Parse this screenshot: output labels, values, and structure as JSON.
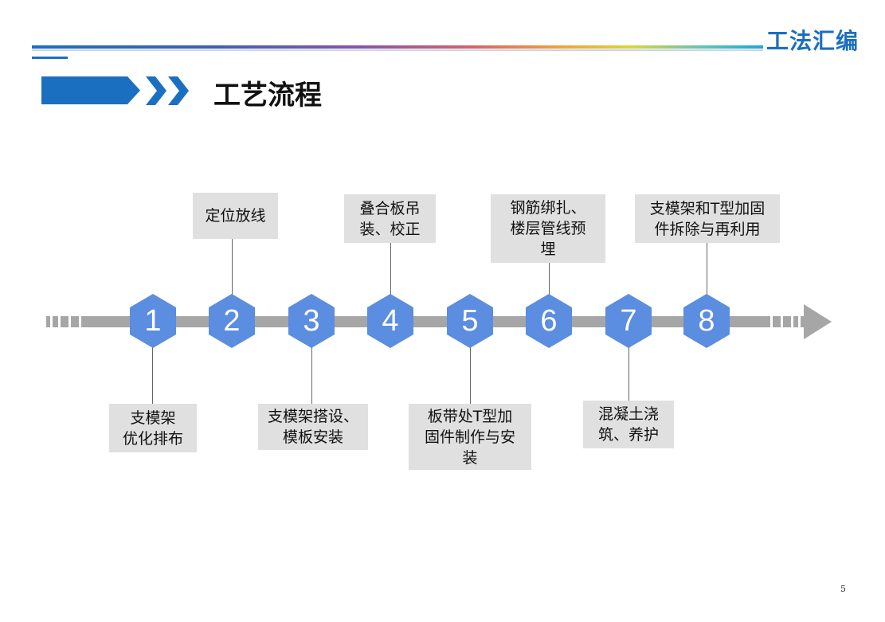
{
  "header": {
    "logo_text": "工法汇编",
    "title": "工艺流程"
  },
  "footer": {
    "page_number": "5"
  },
  "colors": {
    "accent": "#1b6fc1",
    "hexagon": "#5b8de0",
    "timeline": "#a6a6a6",
    "box_fill": "#e0e0e0"
  },
  "steps": [
    {
      "number": "1",
      "label": "支模架\n优化排布"
    },
    {
      "number": "2",
      "label": "定位放线"
    },
    {
      "number": "3",
      "label": "支模架搭设、\n模板安装"
    },
    {
      "number": "4",
      "label": "叠合板吊\n装、校正"
    },
    {
      "number": "5",
      "label": "板带处T型加\n固件制作与安\n装"
    },
    {
      "number": "6",
      "label": "钢筋绑扎、\n楼层管线预\n埋"
    },
    {
      "number": "7",
      "label": "混凝土浇\n筑、养护"
    },
    {
      "number": "8",
      "label": "支模架和T型加固\n件拆除与再利用"
    }
  ]
}
